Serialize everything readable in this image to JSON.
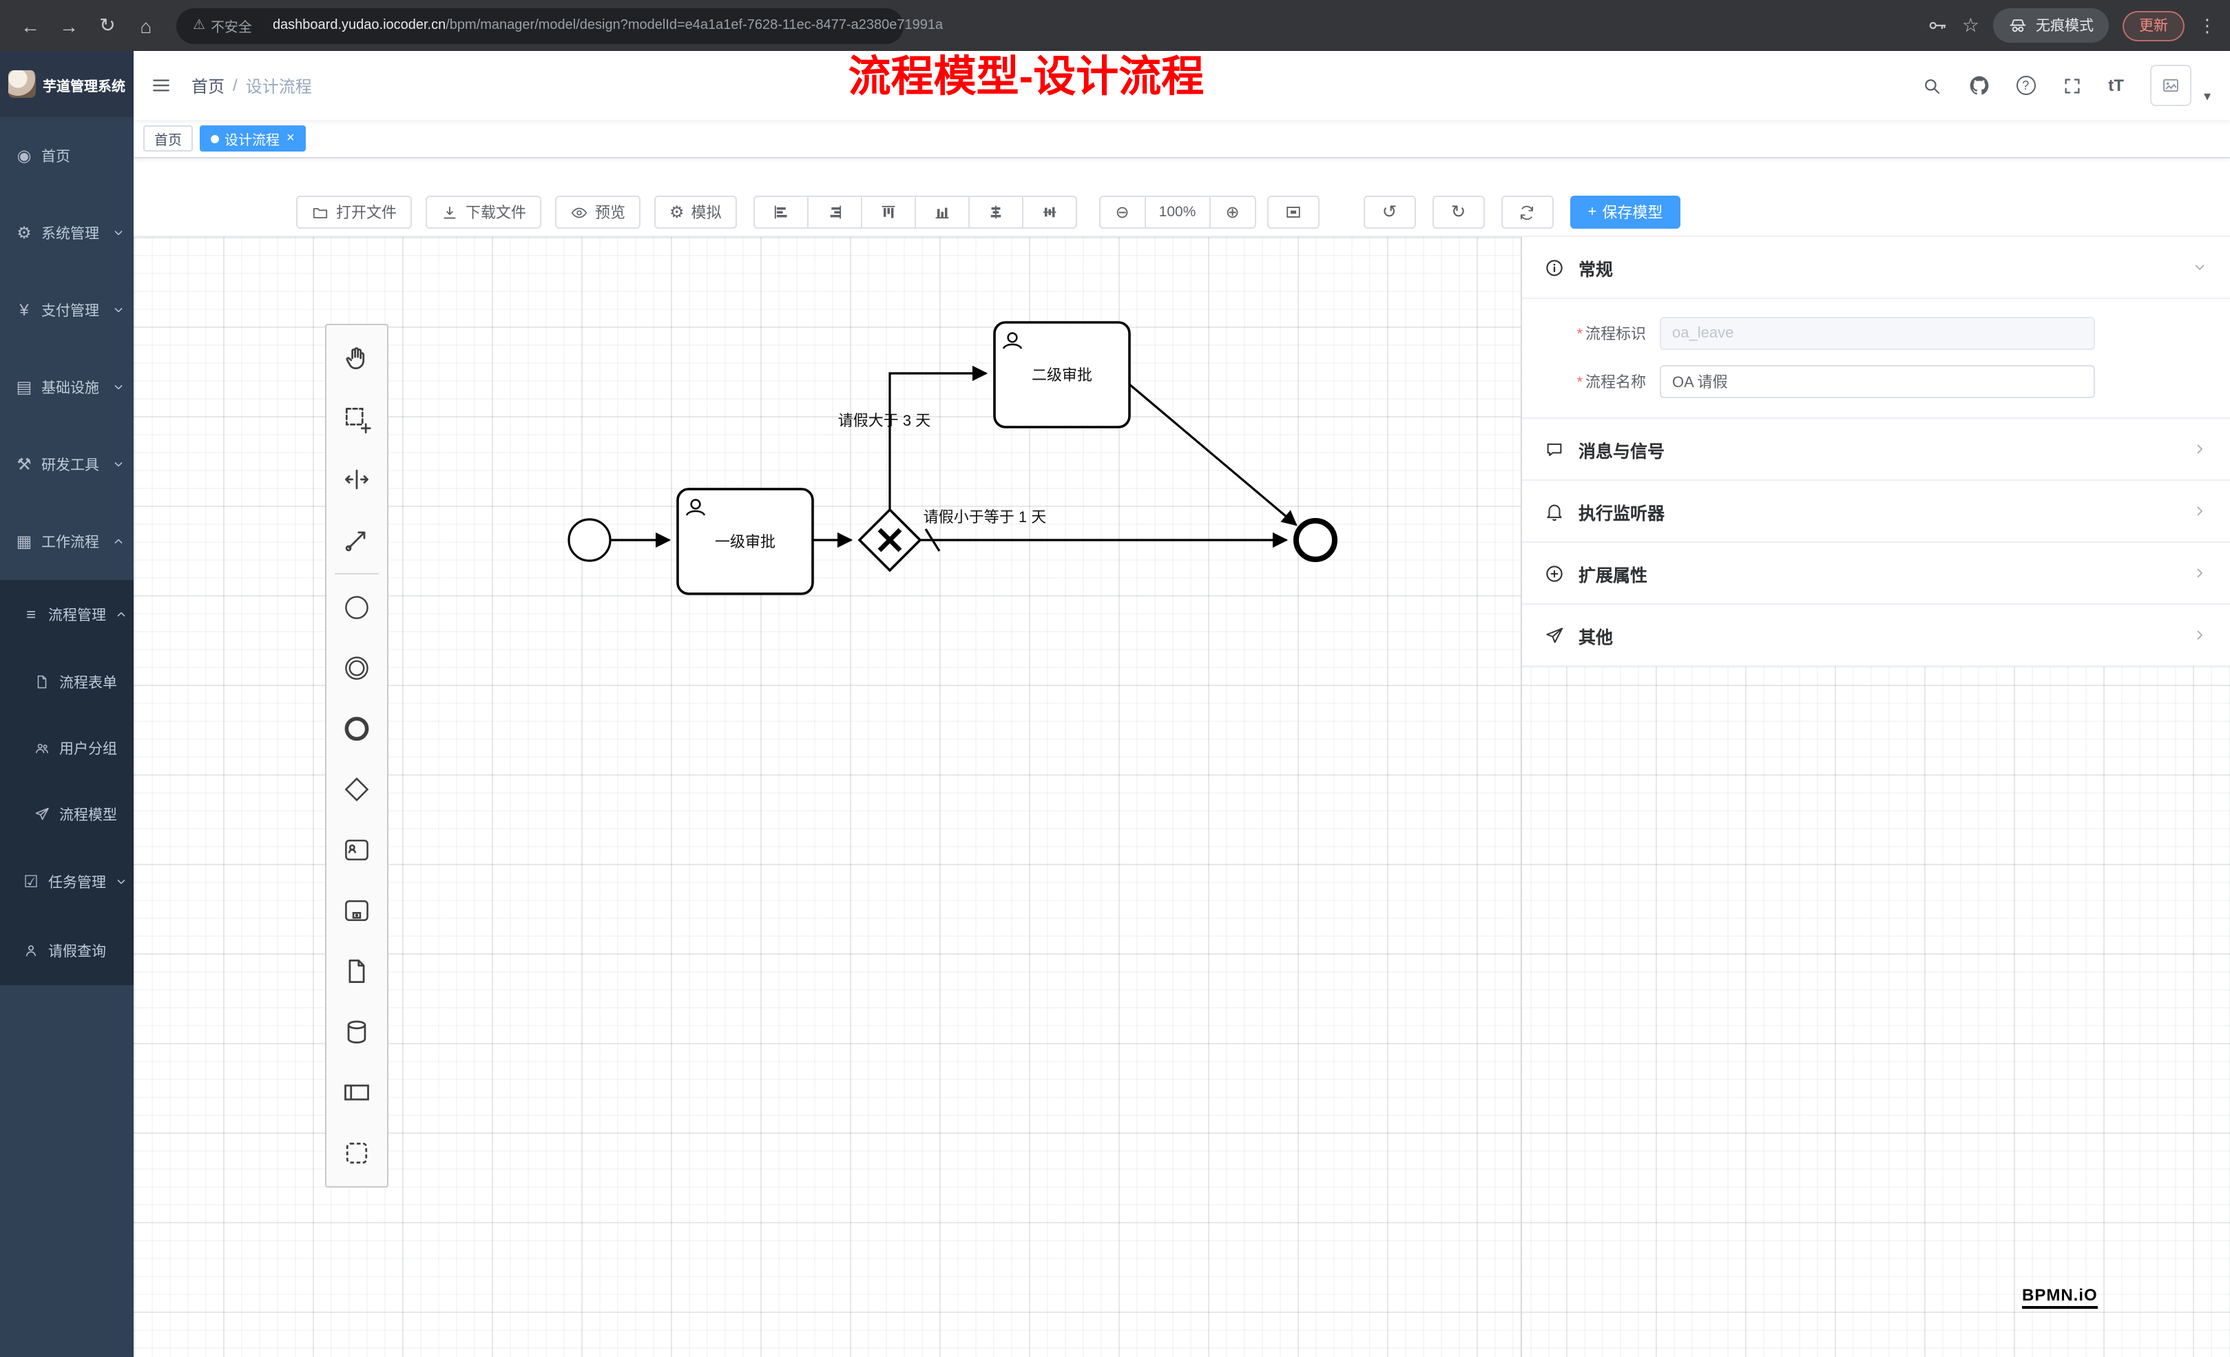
{
  "browser": {
    "security_text": "不安全",
    "url_domain": "dashboard.yudao.iocoder.cn",
    "url_path": "/bpm/manager/model/design?modelId=e4a1a1ef-7628-11ec-8477-a2380e71991a",
    "incognito_label": "无痕模式",
    "update_label": "更新"
  },
  "icons": {
    "back": "←",
    "forward": "→",
    "reload": "↻",
    "home": "⌂",
    "warning": "⚠",
    "star": "☆",
    "more_dots": "⋮",
    "dashboard": "◉",
    "gear": "⚙",
    "yen": "¥",
    "infrastructure": "▤",
    "tools": "⚒",
    "workflow": "▦",
    "list": "≡",
    "task": "☑",
    "caret_down": "▾",
    "undo": "↺",
    "redo": "↻",
    "zoom_out": "⊖",
    "zoom_in": "⊕",
    "font_size": "tT",
    "help": "?",
    "close": "×",
    "plus": "+"
  },
  "sidebar": {
    "logo_title": "芋道管理系统",
    "items": [
      {
        "label": "首页"
      },
      {
        "label": "系统管理"
      },
      {
        "label": "支付管理"
      },
      {
        "label": "基础设施"
      },
      {
        "label": "研发工具"
      },
      {
        "label": "工作流程"
      }
    ],
    "submenu": {
      "process_group": {
        "label": "流程管理",
        "children": [
          {
            "label": "流程表单"
          },
          {
            "label": "用户分组"
          },
          {
            "label": "流程模型"
          }
        ]
      },
      "task_group": {
        "label": "任务管理"
      },
      "leave_query": {
        "label": "请假查询"
      }
    }
  },
  "navbar": {
    "breadcrumb_home": "首页",
    "breadcrumb_sep": "/",
    "breadcrumb_current": "设计流程"
  },
  "tabs": [
    {
      "label": "首页"
    },
    {
      "label": "设计流程",
      "close": "×"
    }
  ],
  "annotation": "流程模型-设计流程",
  "toolbar": {
    "open_file": "打开文件",
    "download_file": "下载文件",
    "preview": "预览",
    "simulate": "模拟",
    "zoom_level": "100%",
    "save_model": "保存模型"
  },
  "panel": {
    "general_title": "常规",
    "required_marker": "*",
    "process_key_label": "流程标识",
    "process_key_value": "oa_leave",
    "process_name_label": "流程名称",
    "process_name_value": "OA 请假",
    "sections": [
      {
        "label": "消息与信号"
      },
      {
        "label": "执行监听器"
      },
      {
        "label": "扩展属性"
      },
      {
        "label": "其他"
      }
    ]
  },
  "diagram": {
    "tasks": [
      {
        "label": "一级审批"
      },
      {
        "label": "二级审批"
      }
    ],
    "flow_labels": [
      {
        "text": "请假大于 3 天"
      },
      {
        "text": "请假小于等于 1 天"
      }
    ]
  },
  "watermark": "BPMN.iO",
  "colors": {
    "accent": "#409eff",
    "sidebar_bg": "#304156",
    "submenu_bg": "#1f2d3d",
    "annotation": "#ff0000",
    "danger": "#f56c6c",
    "chrome_bg": "#35363a"
  }
}
